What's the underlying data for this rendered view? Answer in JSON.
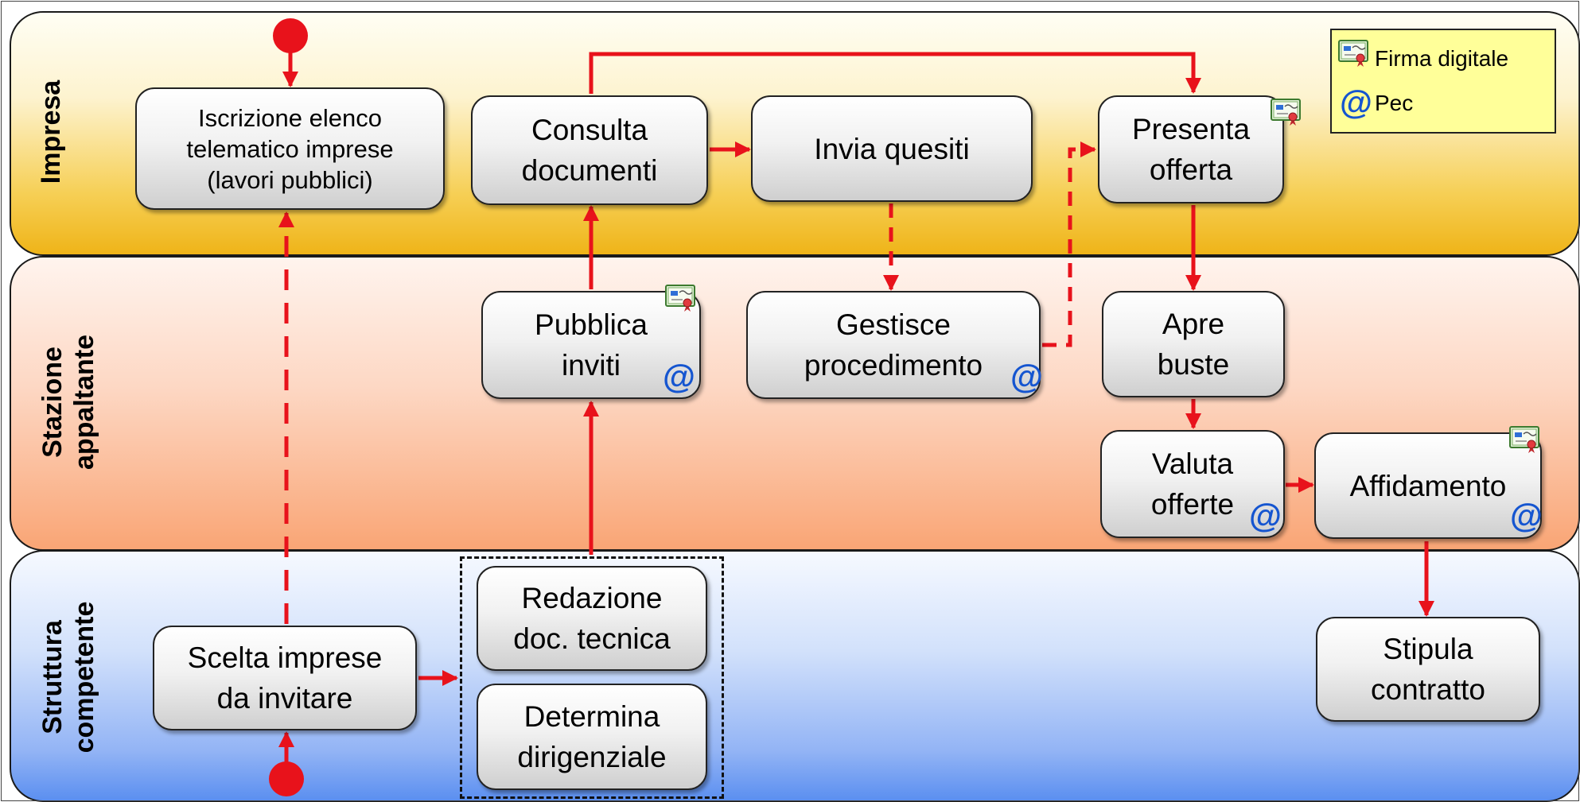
{
  "lanes": [
    {
      "id": "impresa",
      "label_lines": [
        "Impresa"
      ]
    },
    {
      "id": "stazione",
      "label_lines": [
        "Stazione",
        "appaltante"
      ]
    },
    {
      "id": "struttura",
      "label_lines": [
        "Struttura",
        "competente"
      ]
    }
  ],
  "nodes": {
    "iscrizione": [
      "Iscrizione elenco",
      "telematico imprese",
      "(lavori pubblici)"
    ],
    "consulta": [
      "Consulta",
      "documenti"
    ],
    "invia": [
      "Invia quesiti"
    ],
    "presenta": [
      "Presenta",
      "offerta"
    ],
    "pubblica": [
      "Pubblica",
      "inviti"
    ],
    "gestisce": [
      "Gestisce",
      "procedimento"
    ],
    "apre": [
      "Apre",
      "buste"
    ],
    "valuta": [
      "Valuta",
      "offerte"
    ],
    "affidamento": [
      "Affidamento"
    ],
    "scelta": [
      "Scelta imprese",
      "da invitare"
    ],
    "redazione": [
      "Redazione",
      "doc. tecnica"
    ],
    "determina": [
      "Determina",
      "dirigenziale"
    ],
    "stipula": [
      "Stipula",
      "contratto"
    ]
  },
  "pec_symbol": "@",
  "legend": {
    "items": [
      {
        "icon": "certificate-icon",
        "label": "Firma digitale"
      },
      {
        "icon": "at-icon",
        "label": "Pec"
      }
    ]
  },
  "colors": {
    "flow_arrow": "#e8121b",
    "pec": "#1555d0",
    "legend_bg": "#ffff99",
    "lane_impresa": "#f6c93a",
    "lane_stazione": "#f9a575",
    "lane_struttura": "#5b8ff0"
  }
}
